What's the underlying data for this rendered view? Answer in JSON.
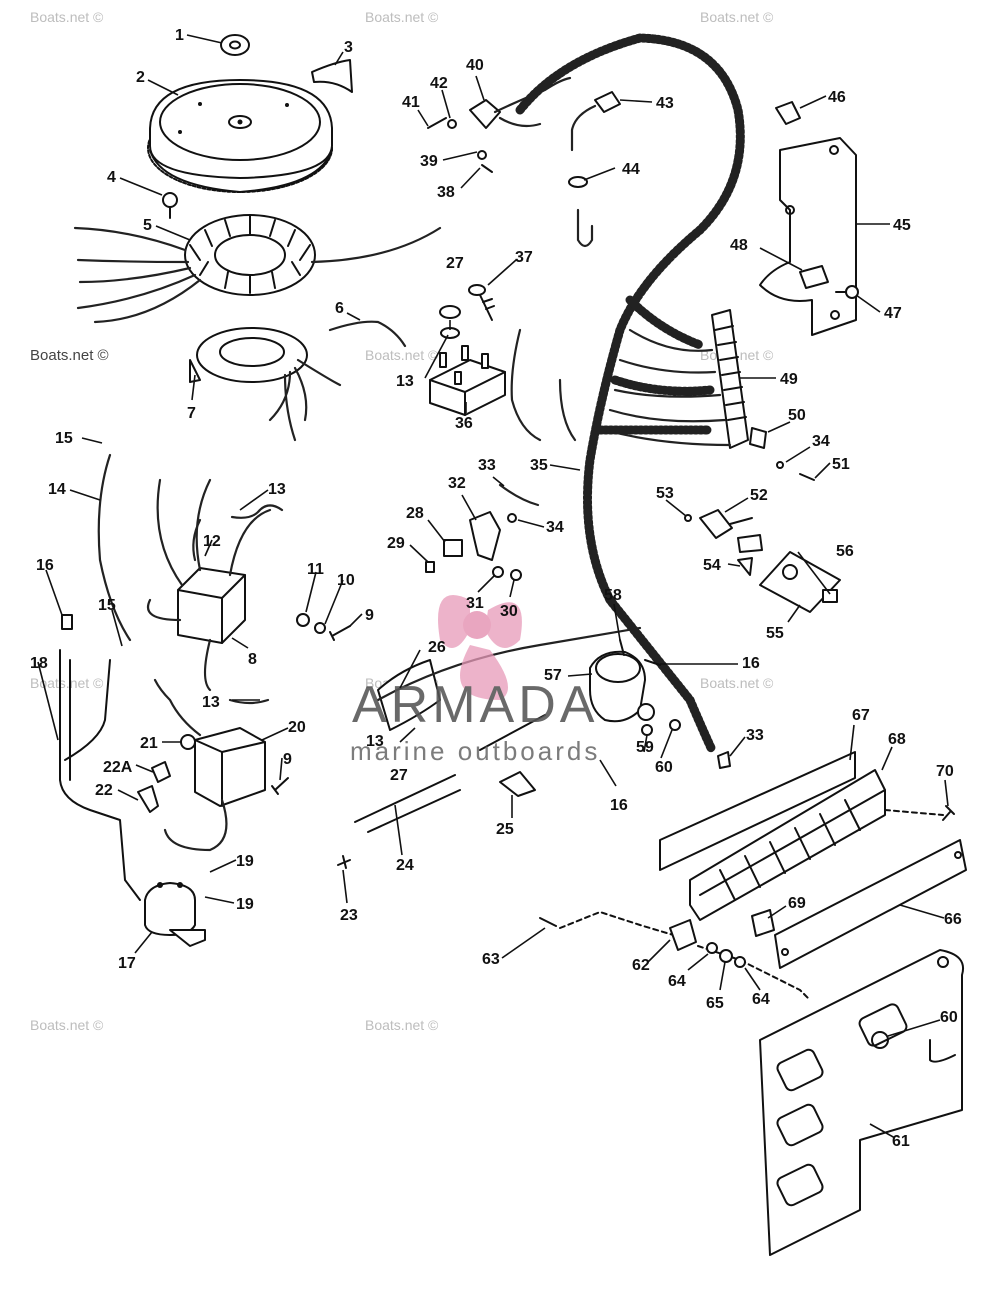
{
  "watermarks": [
    "Boats.net ©",
    "Boats.net ©",
    "Boats.net ©",
    "Boats.net ©",
    "Boats.net ©",
    "Boats.net ©",
    "Boats.net ©",
    "Boats.net ©",
    "Boats.net ©",
    "Boats.net ©",
    "Boats.net ©"
  ],
  "logo": {
    "name": "ARMADA",
    "tagline": "marine outboards",
    "accent_color": "#e79ab8"
  },
  "callouts": [
    "1",
    "2",
    "3",
    "4",
    "5",
    "6",
    "7",
    "8",
    "9",
    "9",
    "10",
    "11",
    "12",
    "13",
    "13",
    "13",
    "13",
    "14",
    "15",
    "15",
    "16",
    "16",
    "16",
    "17",
    "18",
    "19",
    "19",
    "20",
    "21",
    "22A",
    "22",
    "23",
    "24",
    "25",
    "26",
    "27",
    "27",
    "28",
    "29",
    "30",
    "31",
    "32",
    "33",
    "33",
    "34",
    "34",
    "35",
    "36",
    "37",
    "38",
    "39",
    "40",
    "41",
    "42",
    "43",
    "44",
    "45",
    "46",
    "47",
    "48",
    "49",
    "50",
    "51",
    "52",
    "53",
    "54",
    "55",
    "56",
    "57",
    "58",
    "59",
    "60",
    "60",
    "61",
    "62",
    "63",
    "64",
    "64",
    "65",
    "66",
    "67",
    "68",
    "69",
    "70"
  ]
}
